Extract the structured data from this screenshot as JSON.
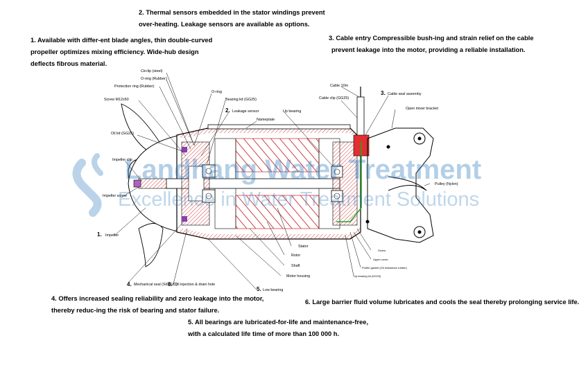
{
  "notes": {
    "n1": [
      "1. Available with differ-ent blade angles, thin double-curved",
      "propeller optimizes mixing efficiency. Wide-hub design",
      "deflects fibrous material."
    ],
    "n2": [
      "2. Thermal sensors embedded in the stator windings prevent",
      "over-heating. Leakage sensors are available as options."
    ],
    "n3": [
      "3. Cable entry Compressible bush-ing and strain relief on the cable",
      "prevent leakage into the motor, providing a reliable installation."
    ],
    "n4": [
      "4. Offers increased sealing reliability and zero leakage into the motor,",
      "thereby reduc-ing the risk of bearing and stator failure."
    ],
    "n5": [
      "5. All bearings are lubricated-for-life and maintenance-free,",
      "with a calculated life time of more than 100 000 h."
    ],
    "n6": [
      "6. Large barrier fluid volume lubricates and cools the seal thereby prolonging service life."
    ]
  },
  "watermark": {
    "line1": "Landhang Water Treatment",
    "line2": "Excellence in Water Treatment Solutions"
  },
  "labels": {
    "circlip": "Circlip (steel)",
    "oring_rubber": "O-ring (Rubber)",
    "protection_ring": "Protection ring (Rubber)",
    "screw": "Screw M12x50",
    "oil_lid": "Oil lid (GG25)",
    "impeller_clip": "Impeller clip",
    "impeller_screw": "Impeller screw",
    "impeller_num": "1.",
    "impeller": "Impeller",
    "oring": "O-ring",
    "bearing_lid": "Bearing lid (GG25)",
    "leakage_num": "2.",
    "leakage_sensor": "Leakage sensor",
    "nameplate": "Nameplate",
    "up_bearing": "Up bearing",
    "cable": "Cable 10m",
    "cable_clip": "Cable clip (GG25)",
    "cable_seal_num": "3.",
    "cable_seal": "Cable seal assemby",
    "mixer_bracket": "Open mixer bracket",
    "pulley": "Pulley (Nylon)",
    "stator": "Stator",
    "rotor": "Rotor",
    "shaft": "Shaft",
    "motor_housing": "Motor housing",
    "low_bearing_num": "5.",
    "low_bearing": "Low bearing",
    "mech_seal_num": "4.",
    "mech_seal": "Mechanical seal (SiC/SiC)",
    "oil_hole_num": "6.",
    "oil_hole": "Oil injection & drain hole",
    "screw2": "Screw",
    "upper_cover": "Upper cover",
    "profile_gasket": "Profile gasket (Oil resistance rubber)",
    "up_bearing_lid": "Up bearing lid (GG25)"
  },
  "colors": {
    "section_red": "#e03030",
    "hatch_red": "#d04040",
    "cable_green": "#2aa02a",
    "watermark_blue": "#1d6fb8",
    "bearing_purple": "#8a3fb0"
  }
}
